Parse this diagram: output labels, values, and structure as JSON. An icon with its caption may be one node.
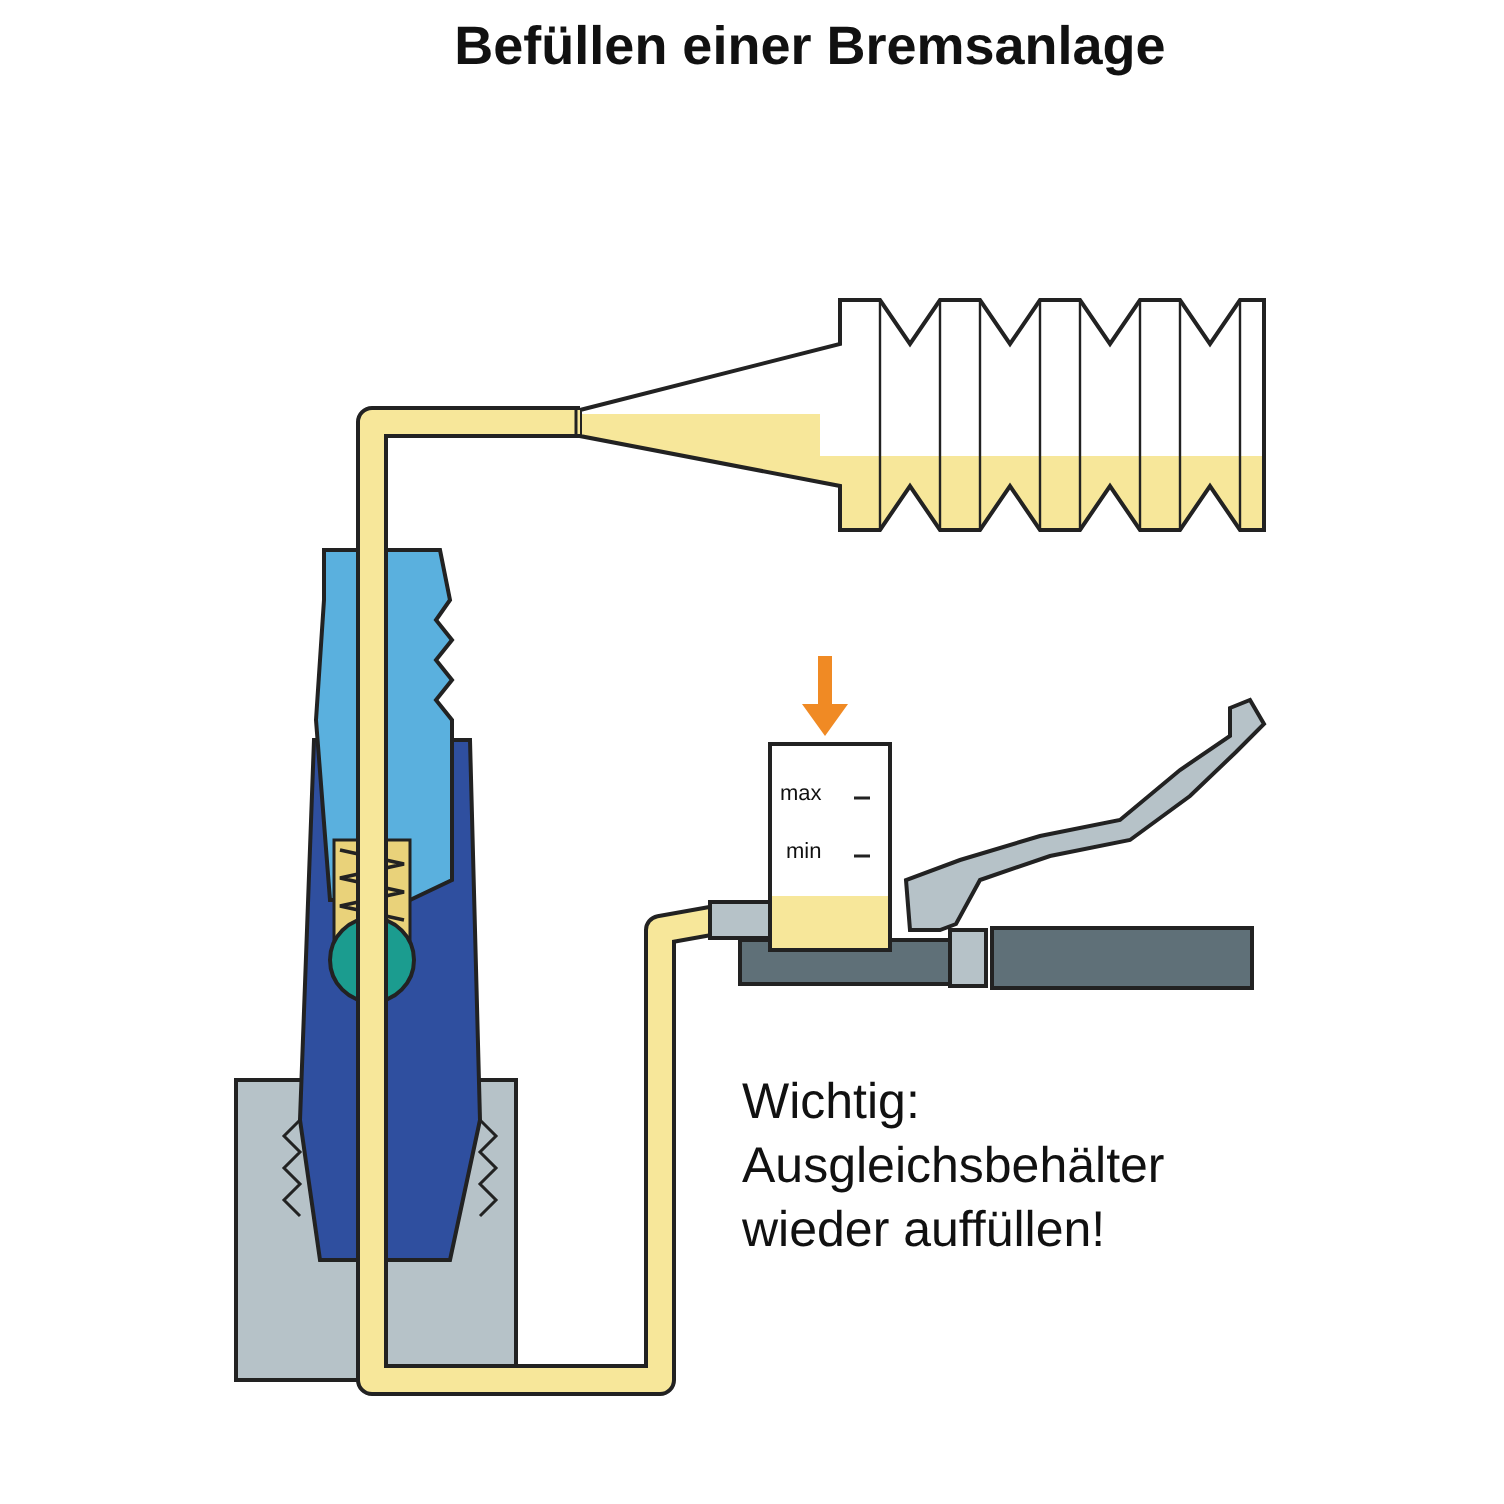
{
  "diagram": {
    "title": "Befüllen einer Bremsanlage",
    "labels": [
      "max",
      "min",
      "Wichtig: Ausgleichsbehälter wieder auffüllen!"
    ]
  }
}
